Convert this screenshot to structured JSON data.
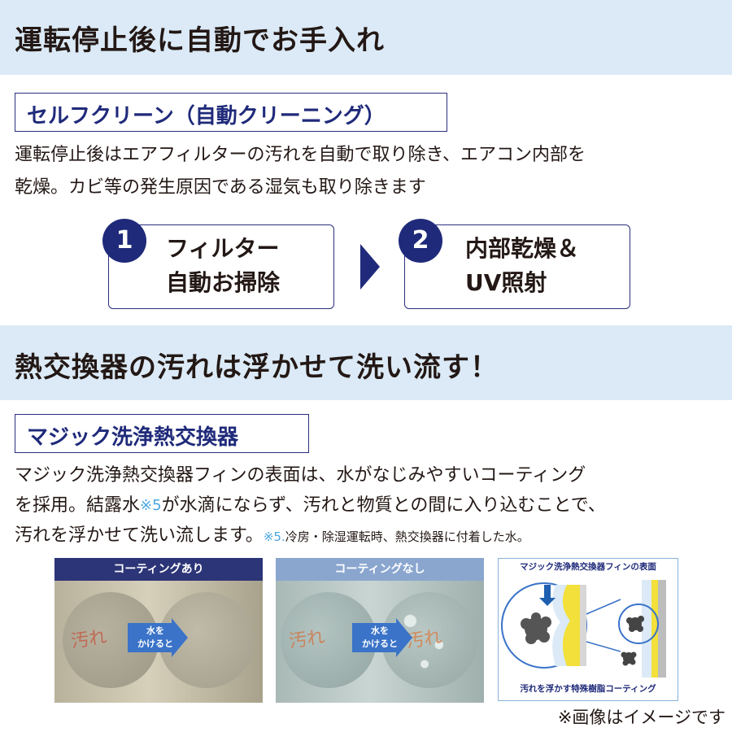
{
  "section1": {
    "heading": "運転停止後に自動でお手入れ",
    "feature_title": "セルフクリーン（自動クリーニング）",
    "description_lines": [
      "運転停止後はエアフィルターの汚れを自動で取り除き、エアコン内部を",
      "乾燥。カビ等の発生原因である湿気も取り除きます"
    ],
    "steps": [
      {
        "number": "1",
        "line1": "フィルター",
        "line2": "自動お掃除"
      },
      {
        "number": "2",
        "line1": "内部乾燥＆",
        "line2": "UV照射"
      }
    ]
  },
  "section2": {
    "heading": "熱交換器の汚れは浮かせて洗い流す！",
    "feature_title": "マジック洗浄熱交換器",
    "line1": "マジック洗浄熱交換器フィンの表面は、水がなじみやすいコーティング",
    "line2_a": "を採用。結露水",
    "line2_mark": "※5",
    "line2_b": "が水滴にならず、汚れと物質との間に入り込むことで、",
    "line3": "汚れを浮かせて洗い流します。",
    "note_mark": "※5.",
    "note_text": "冷房・除湿運転時、熱交換器に付着した水。"
  },
  "photos": [
    {
      "header": "コーティングあり",
      "scribble": "汚れ",
      "arrow_label_1": "水を",
      "arrow_label_2": "かけると",
      "header_color": "#2c3577"
    },
    {
      "header": "コーティングなし",
      "scribble": "汚れ",
      "arrow_label_1": "水を",
      "arrow_label_2": "かけると",
      "scribble_after": "汚れ",
      "header_color": "#8aa6cf"
    }
  ],
  "diagram": {
    "title": "マジック洗浄熱交換器フィンの表面",
    "caption": "汚れを浮かす特殊樹脂コーティング"
  },
  "footnote": "※画像はイメージです",
  "colors": {
    "navy": "#1f2a7a",
    "band": "#dbeaf6",
    "accent_blue": "#4aa7e0",
    "coating_yellow": "#f3e03a"
  }
}
